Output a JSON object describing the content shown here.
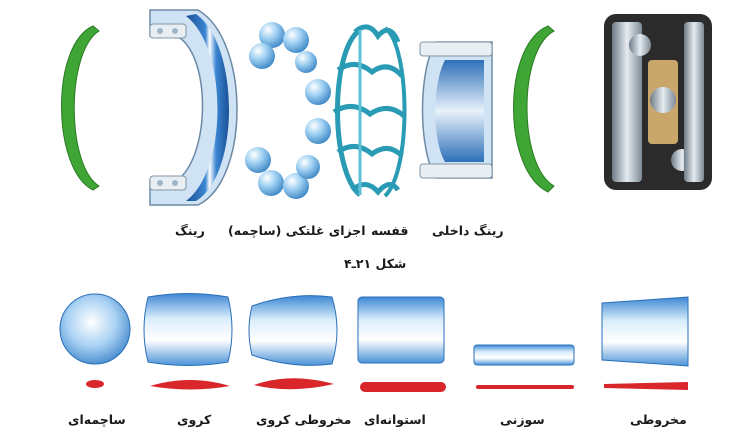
{
  "colors": {
    "seal_green": "#3fa535",
    "ring_blue": "#2a6fb8",
    "ring_light": "#cfe3f5",
    "steel": "#9fb6c8",
    "cage_teal": "#2a9bb4",
    "roller_blue": "#5aa0de",
    "profile_red": "#d8262b"
  },
  "parts": {
    "outer_ring": "رینگ",
    "rolling_elements": "اجزای غلتکی (ساچمه)",
    "cage": "قفسه",
    "inner_ring": "رینگ داخلی"
  },
  "figure_caption": "شکل ۲۱ـ۴",
  "roller_types": {
    "ball": "ساچمه‌ای",
    "spherical": "کروی",
    "tapered_spherical": "مخروطی کروی",
    "cylindrical": "استوانه‌ای",
    "needle": "سوزنی",
    "tapered": "مخروطی"
  }
}
